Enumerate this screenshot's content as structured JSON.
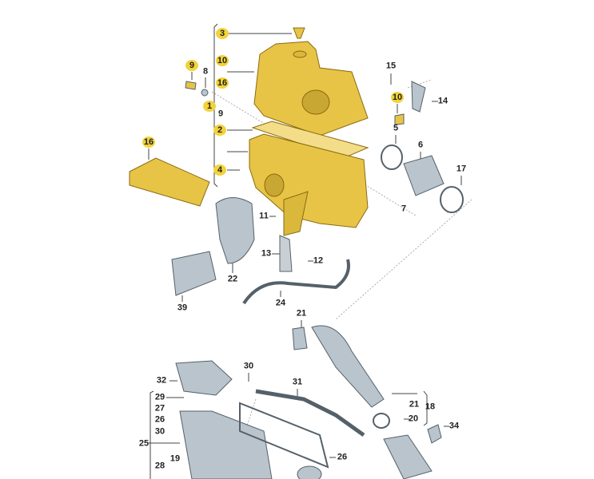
{
  "diagram": {
    "title": "Air filter housing and intake system exploded parts diagram",
    "colors": {
      "housing": "#e8c446",
      "housing_dark": "#b8941f",
      "metal": "#b9c4cc",
      "metal_dark": "#6d7a84",
      "highlight": "#f2d33a"
    },
    "callouts": [
      "3",
      "10",
      "16",
      "9",
      "8",
      "1",
      "9",
      "2",
      "4",
      "16",
      "15",
      "10",
      "5",
      "14",
      "6",
      "17",
      "7",
      "11",
      "13",
      "12",
      "22",
      "39",
      "24",
      "21",
      "30",
      "31",
      "32",
      "29",
      "27",
      "26",
      "30",
      "25",
      "28",
      "19",
      "26",
      "21",
      "18",
      "20",
      "34"
    ],
    "highlighted": [
      0,
      1,
      2,
      3,
      5,
      7,
      8,
      9,
      11
    ]
  }
}
